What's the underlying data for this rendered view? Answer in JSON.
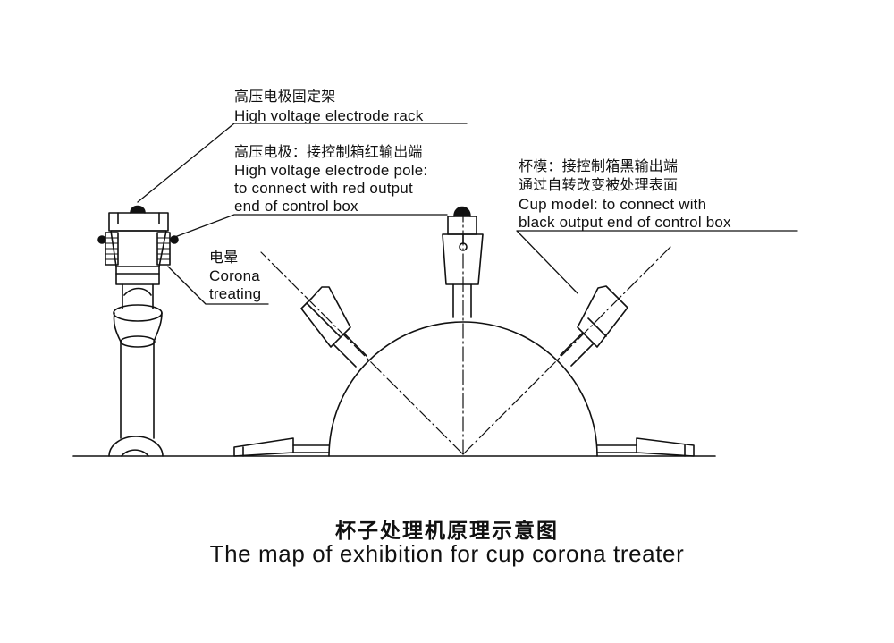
{
  "labels": {
    "rack": {
      "zh": "高压电极固定架",
      "en": "High voltage electrode rack"
    },
    "pole": {
      "zh": "高压电极：接控制箱红输出端",
      "en1": "High voltage electrode pole:",
      "en2": "to connect with red output",
      "en3": "end of control box"
    },
    "cup_model": {
      "zh1": "杯模：接控制箱黑输出端",
      "zh2": "通过自转改变被处理表面",
      "en1": "Cup model: to connect with",
      "en2": "black output end of control box"
    },
    "corona": {
      "zh": "电晕",
      "en1": "Corona",
      "en2": "treating"
    }
  },
  "title": {
    "zh": "杯子处理机原理示意图",
    "en": "The map of exhibition for cup corona treater"
  },
  "colors": {
    "ink": "#111111",
    "background": "#ffffff"
  }
}
